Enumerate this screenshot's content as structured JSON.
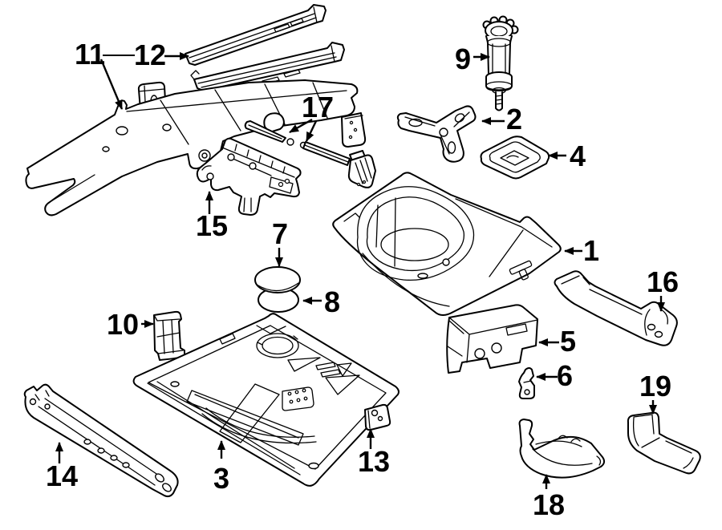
{
  "diagram": {
    "background": "#ffffff",
    "line_color": "#000000",
    "label_color": "#000000",
    "callouts": [
      {
        "label": "1"
      },
      {
        "label": "2"
      },
      {
        "label": "3"
      },
      {
        "label": "4"
      },
      {
        "label": "5"
      },
      {
        "label": "6"
      },
      {
        "label": "7"
      },
      {
        "label": "8"
      },
      {
        "label": "9"
      },
      {
        "label": "10"
      },
      {
        "label": "11"
      },
      {
        "label": "12"
      },
      {
        "label": "13"
      },
      {
        "label": "14"
      },
      {
        "label": "15"
      },
      {
        "label": "16"
      },
      {
        "label": "17"
      },
      {
        "label": "18"
      },
      {
        "label": "19"
      }
    ]
  }
}
